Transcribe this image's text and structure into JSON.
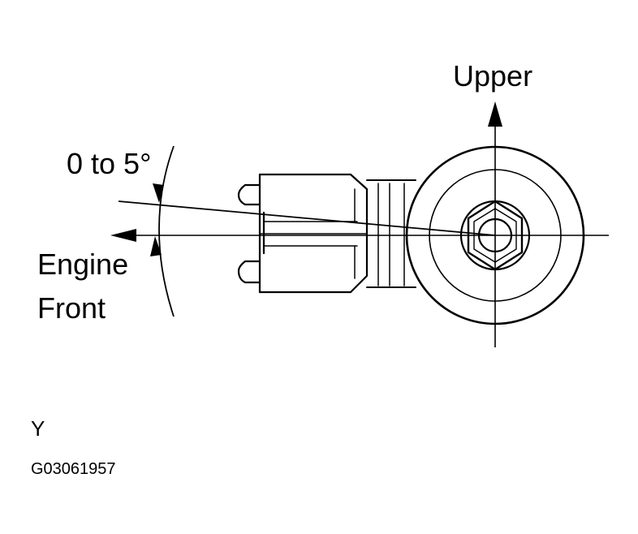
{
  "labels": {
    "upper": "Upper",
    "angle": "0 to 5°",
    "engine": "Engine",
    "front": "Front",
    "view": "Y",
    "figure_id": "G03061957"
  },
  "colors": {
    "ink": "#000000",
    "background": "#ffffff"
  }
}
